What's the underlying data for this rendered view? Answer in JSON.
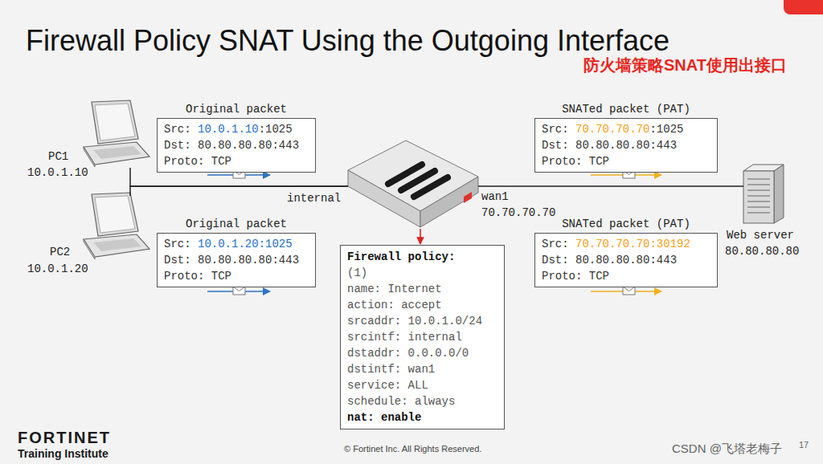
{
  "diagram": {
    "title": "Firewall Policy SNAT Using the Outgoing Interface",
    "nodes": [
      {
        "text": [
          "PC1",
          "10.0.1.10"
        ]
      },
      {
        "text": [
          "Original packet",
          "Src: 10.0.1.10:1025",
          "Dst: 80.80.80.80:443",
          "Proto: TCP"
        ]
      },
      {
        "text": [
          "PC2",
          "10.0.1.20"
        ]
      },
      {
        "text": [
          "Original packet",
          "Src: 10.0.1.20:1025",
          "Dst: 80.80.80.80:443",
          "Proto: TCP"
        ]
      },
      {
        "text": [
          "internal",
          "wan1 70.70.70.70"
        ]
      },
      {
        "text": [
          "SNATed packet (PAT)",
          "Src: 70.70.70.70:1025",
          "Dst: 80.80.80.80:443",
          "Proto: TCP"
        ]
      },
      {
        "text": [
          "SNATed packet (PAT)",
          "Src: 70.70.70.70:30192",
          "Dst: 80.80.80.80:443",
          "Proto: TCP"
        ]
      },
      {
        "text": [
          "Web server",
          "80.80.80.80"
        ]
      },
      {
        "text": [
          "Firewall policy:",
          "(1)",
          "name: Internet",
          "action: accept",
          "srcaddr: 10.0.1.0/24",
          "srcintf: internal",
          "dstaddr: 0.0.0.0/0",
          "dstintf: wan1",
          "service: ALL",
          "schedule: always",
          "nat: enable"
        ]
      }
    ],
    "edges": [
      {
        "from": 0,
        "to": 4,
        "arrow": "none"
      },
      {
        "from": 2,
        "to": 4,
        "arrow": "none"
      },
      {
        "from": 4,
        "to": 7,
        "arrow": "none"
      },
      {
        "from": 4,
        "to": 8,
        "arrow": "to"
      }
    ],
    "labels": [
      "防火墙策略SNAT使用出接口",
      "FORTINET",
      "Training Institute",
      "© Fortinet Inc. All Rights Reserved.",
      "CSDN @飞塔老梅子",
      "17"
    ]
  }
}
